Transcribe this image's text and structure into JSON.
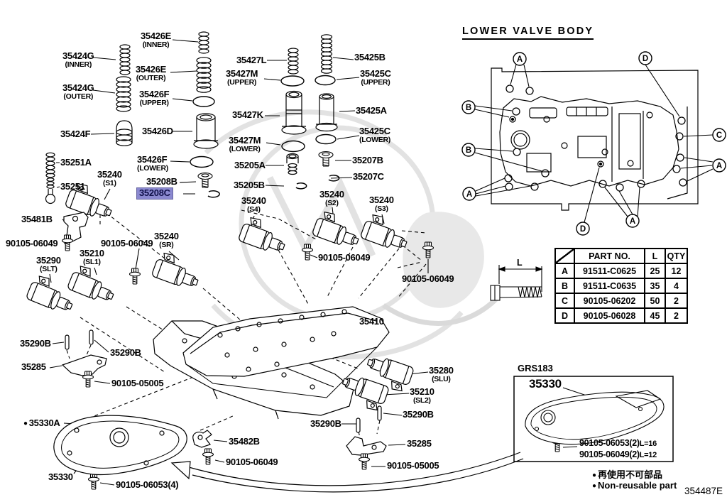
{
  "section_title": "LOWER VALVE BODY",
  "doc_code": "354487E",
  "dim_label": "L",
  "highlight_color": "#8b89d0",
  "labels": {
    "l35424g_inner": {
      "num": "35424G",
      "sub": "(INNER)"
    },
    "l35424g_outer": {
      "num": "35424G",
      "sub": "(OUTER)"
    },
    "l35426e_inner": {
      "num": "35426E",
      "sub": "(INNER)"
    },
    "l35426e_outer": {
      "num": "35426E",
      "sub": "(OUTER)"
    },
    "l35426f_upper": {
      "num": "35426F",
      "sub": "(UPPER)"
    },
    "l35426f_lower": {
      "num": "35426F",
      "sub": "(LOWER)"
    },
    "l35427l": {
      "num": "35427L"
    },
    "l35427m_upper": {
      "num": "35427M",
      "sub": "(UPPER)"
    },
    "l35427k": {
      "num": "35427K"
    },
    "l35427m_lower": {
      "num": "35427M",
      "sub": "(LOWER)"
    },
    "l35425b": {
      "num": "35425B"
    },
    "l35425c_upper": {
      "num": "35425C",
      "sub": "(UPPER)"
    },
    "l35425a": {
      "num": "35425A"
    },
    "l35425c_lower": {
      "num": "35425C",
      "sub": "(LOWER)"
    },
    "l35424f": {
      "num": "35424F"
    },
    "l35426d": {
      "num": "35426D"
    },
    "l35251a": {
      "num": "35251A"
    },
    "l35251": {
      "num": "35251"
    },
    "l35205a": {
      "num": "35205A"
    },
    "l35205b": {
      "num": "35205B"
    },
    "l35207b": {
      "num": "35207B"
    },
    "l35207c": {
      "num": "35207C"
    },
    "l35208b": {
      "num": "35208B"
    },
    "l35208c": {
      "num": "35208C"
    },
    "l35240_s1": {
      "num": "35240",
      "sub": "(S1)"
    },
    "l35240_s2": {
      "num": "35240",
      "sub": "(S2)"
    },
    "l35240_s3": {
      "num": "35240",
      "sub": "(S3)"
    },
    "l35240_s4": {
      "num": "35240",
      "sub": "(S4)"
    },
    "l35240_sr": {
      "num": "35240",
      "sub": "(SR)"
    },
    "l35210_sl1": {
      "num": "35210",
      "sub": "(SL1)"
    },
    "l35210_sl2": {
      "num": "35210",
      "sub": "(SL2)"
    },
    "l35290_slt": {
      "num": "35290",
      "sub": "(SLT)"
    },
    "l35280_slu": {
      "num": "35280",
      "sub": "(SLU)"
    },
    "l35481b": {
      "num": "35481B"
    },
    "l35482b": {
      "num": "35482B"
    },
    "l35410": {
      "num": "35410"
    },
    "l35290b": {
      "num": "35290B"
    },
    "l35285": {
      "num": "35285"
    },
    "l35330a": {
      "num": "35330A"
    },
    "l35330": {
      "num": "35330"
    },
    "bolt_90105_06049": {
      "num": "90105-06049"
    },
    "bolt_90105_05005": {
      "num": "90105-05005"
    },
    "bolt_90105_06053_4": {
      "num": "90105-06053(4)"
    }
  },
  "valve_body_inset": {
    "callouts": [
      "A",
      "D",
      "B",
      "B",
      "C",
      "A",
      "A",
      "D",
      "A"
    ]
  },
  "bolt_table": {
    "headers": {
      "part_no": "PART NO.",
      "l": "L",
      "qty": "QTY"
    },
    "rows": [
      {
        "key": "A",
        "part_no": "91511-C0625",
        "l": "25",
        "qty": "12"
      },
      {
        "key": "B",
        "part_no": "91511-C0635",
        "l": "35",
        "qty": "4"
      },
      {
        "key": "C",
        "part_no": "90105-06202",
        "l": "50",
        "qty": "2"
      },
      {
        "key": "D",
        "part_no": "90105-06028",
        "l": "45",
        "qty": "2"
      }
    ]
  },
  "filter_inset": {
    "model": "GRS183",
    "part": "35330",
    "bolts": [
      {
        "num": "90105-06053(2)",
        "len": "L=16"
      },
      {
        "num": "90105-06049(2)",
        "len": "L=12"
      }
    ]
  },
  "legend": {
    "bullet": "●",
    "jp": "再使用不可部品",
    "en": "Non-reusable part"
  }
}
